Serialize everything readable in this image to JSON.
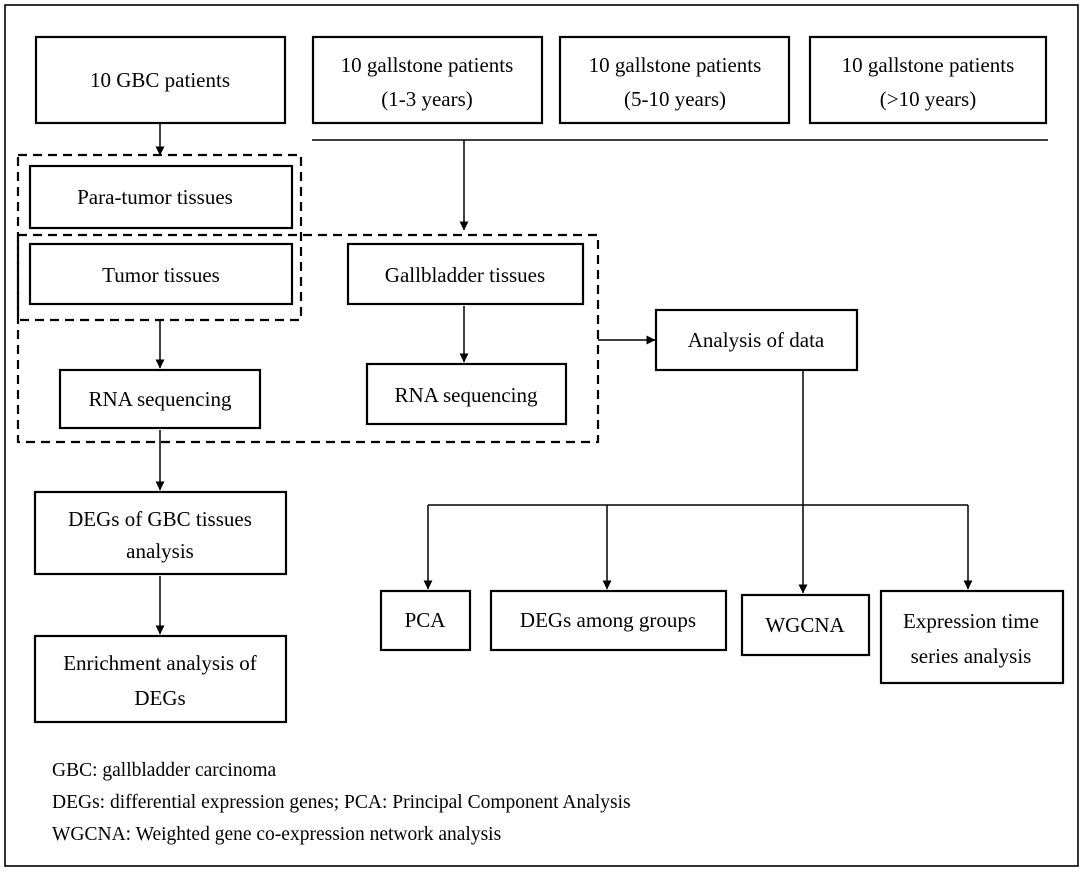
{
  "boxes": {
    "gbc_patients": [
      "10 GBC patients"
    ],
    "gallstone_1": [
      "10 gallstone patients",
      "(1-3 years)"
    ],
    "gallstone_2": [
      "10 gallstone patients",
      "(5-10 years)"
    ],
    "gallstone_3": [
      "10 gallstone patients",
      "(>10 years)"
    ],
    "para_tumor": [
      "Para-tumor tissues"
    ],
    "tumor": [
      "Tumor tissues"
    ],
    "gallbladder": [
      "Gallbladder tissues"
    ],
    "rna_left": [
      "RNA sequencing"
    ],
    "rna_right": [
      "RNA sequencing"
    ],
    "analysis": [
      "Analysis of data"
    ],
    "degs_gbc": [
      "DEGs of GBC tissues",
      "analysis"
    ],
    "enrichment": [
      "Enrichment analysis of",
      "DEGs"
    ],
    "pca": [
      "PCA"
    ],
    "degs_groups": [
      "DEGs among groups"
    ],
    "wgcna": [
      "WGCNA"
    ],
    "time_series": [
      "Expression time",
      "series analysis"
    ]
  },
  "legend": [
    "GBC: gallbladder carcinoma",
    "DEGs: differential expression genes; PCA: Principal Component Analysis",
    "WGCNA: Weighted gene co-expression network analysis"
  ]
}
